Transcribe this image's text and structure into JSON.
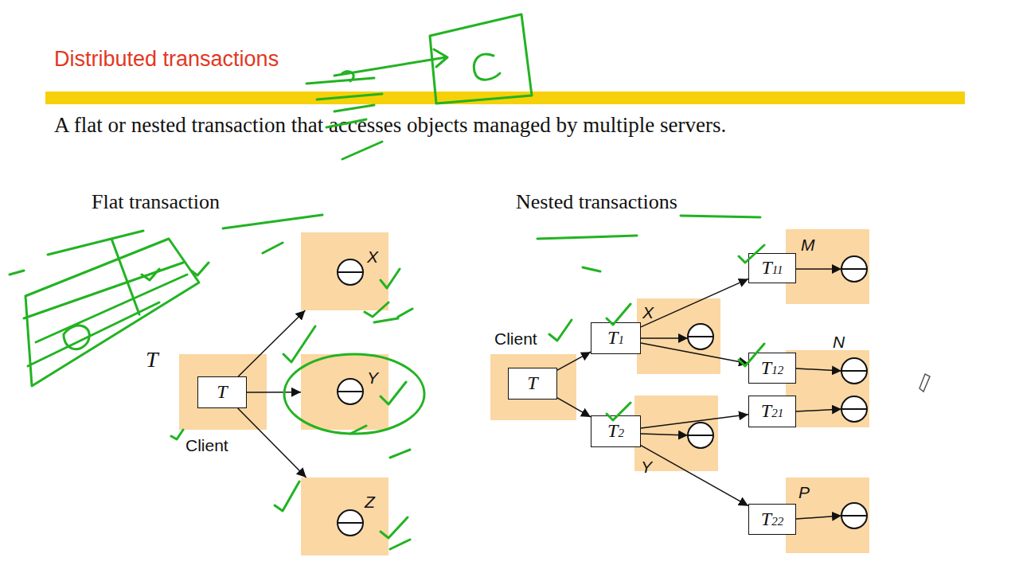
{
  "diagram": {
    "title": "Distributed transactions",
    "nodes": [
      {
        "text": [
          "Client"
        ]
      },
      {
        "text": [
          "T"
        ],
        "in": 0
      },
      {
        "text": [
          "X"
        ]
      },
      {
        "text": [
          "Y"
        ]
      },
      {
        "text": [
          "Z"
        ]
      },
      {
        "text": [
          "Client"
        ]
      },
      {
        "text": [
          "T"
        ],
        "in": 5
      },
      {
        "text": [
          "X"
        ]
      },
      {
        "text": [
          "T1"
        ],
        "in": 7
      },
      {
        "text": [
          "Y"
        ]
      },
      {
        "text": [
          "T2"
        ],
        "in": 9
      },
      {
        "text": [
          "M"
        ]
      },
      {
        "text": [
          "T11"
        ],
        "in": 11
      },
      {
        "text": [
          "N"
        ]
      },
      {
        "text": [
          "T12"
        ],
        "in": 13
      },
      {
        "text": [
          "T21"
        ],
        "in": 13
      },
      {
        "text": [
          "P"
        ]
      },
      {
        "text": [
          "T22"
        ],
        "in": 16
      }
    ],
    "edges": [
      {
        "from": 1,
        "to": 2,
        "arrow": "to"
      },
      {
        "from": 1,
        "to": 3,
        "arrow": "to"
      },
      {
        "from": 1,
        "to": 4,
        "arrow": "to"
      },
      {
        "from": 6,
        "to": 8,
        "arrow": "to"
      },
      {
        "from": 6,
        "to": 10,
        "arrow": "to"
      },
      {
        "from": 8,
        "to": 12,
        "arrow": "to"
      },
      {
        "from": 8,
        "to": 14,
        "arrow": "to"
      },
      {
        "from": 10,
        "to": 15,
        "arrow": "to"
      },
      {
        "from": 10,
        "to": 17,
        "arrow": "to"
      }
    ],
    "labels": [
      "A flat or nested transaction that accesses objects managed by multiple servers.",
      "Flat transaction",
      "Nested transactions",
      "T"
    ]
  }
}
